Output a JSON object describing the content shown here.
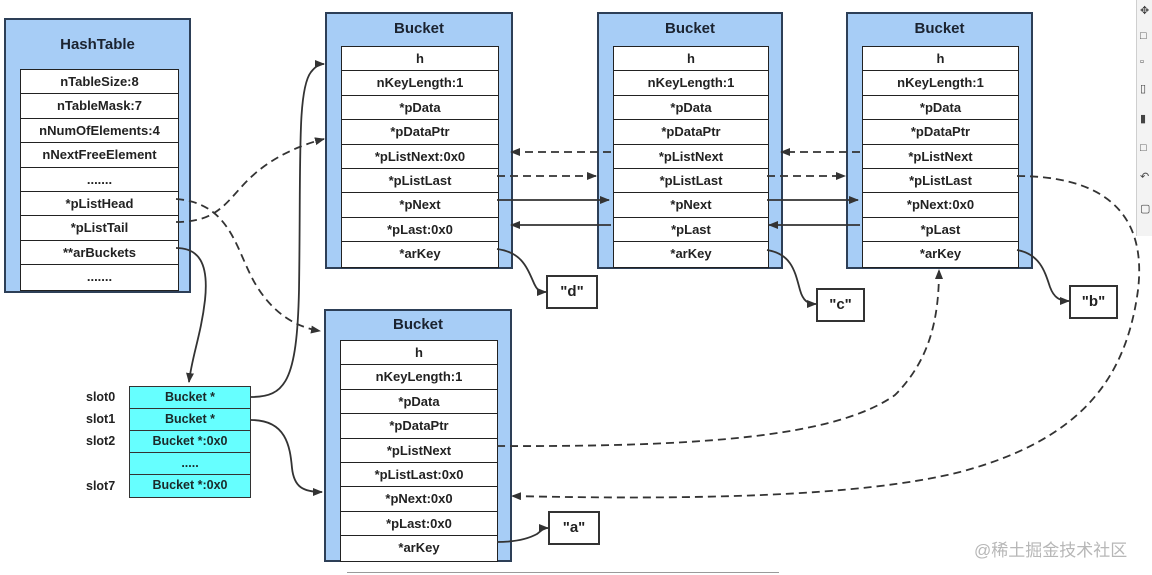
{
  "hashtable": {
    "title": "HashTable",
    "fields": [
      "nTableSize:8",
      "nTableMask:7",
      "nNumOfElements:4",
      "nNextFreeElement",
      ".......",
      "*pListHead",
      "*pListTail",
      "**arBuckets",
      "......."
    ]
  },
  "bucket_d": {
    "title": "Bucket",
    "fields": [
      "h",
      "nKeyLength:1",
      "*pData",
      "*pDataPtr",
      "*pListNext:0x0",
      "*pListLast",
      "*pNext",
      "*pLast:0x0",
      "*arKey"
    ]
  },
  "bucket_c": {
    "title": "Bucket",
    "fields": [
      "h",
      "nKeyLength:1",
      "*pData",
      "*pDataPtr",
      "*pListNext",
      "*pListLast",
      "*pNext",
      "*pLast",
      "*arKey"
    ]
  },
  "bucket_b": {
    "title": "Bucket",
    "fields": [
      "h",
      "nKeyLength:1",
      "*pData",
      "*pDataPtr",
      "*pListNext",
      "*pListLast",
      "*pNext:0x0",
      "*pLast",
      "*arKey"
    ]
  },
  "bucket_a": {
    "title": "Bucket",
    "fields": [
      "h",
      "nKeyLength:1",
      "*pData",
      "*pDataPtr",
      "*pListNext",
      "*pListLast:0x0",
      "*pNext:0x0",
      "*pLast:0x0",
      "*arKey"
    ]
  },
  "slots": {
    "labels": [
      "slot0",
      "slot1",
      "slot2",
      "",
      "slot7"
    ],
    "cells": [
      "Bucket *",
      "Bucket *",
      "Bucket *:0x0",
      ".....",
      "Bucket *:0x0"
    ]
  },
  "keys": {
    "d": "\"d\"",
    "c": "\"c\"",
    "b": "\"b\"",
    "a": "\"a\""
  },
  "watermark": "@稀土掘金技术社区",
  "colors": {
    "box_fill": "#a7cdf6",
    "slot_fill": "#66ffff",
    "line": "#333333"
  }
}
